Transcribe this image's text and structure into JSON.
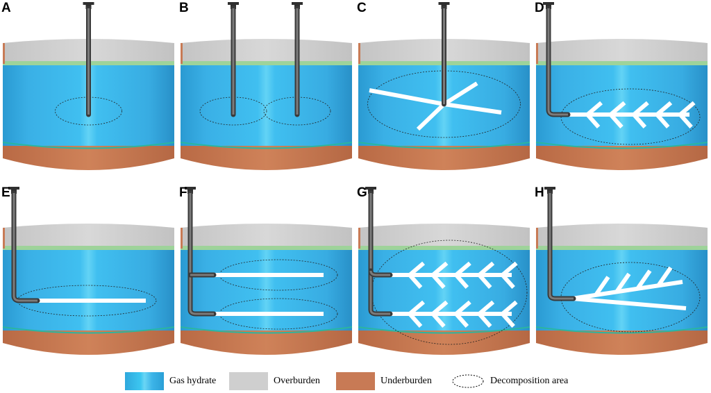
{
  "panels": [
    {
      "label": "A",
      "scheme": "vertical-single"
    },
    {
      "label": "B",
      "scheme": "vertical-dual"
    },
    {
      "label": "C",
      "scheme": "vertical-radial"
    },
    {
      "label": "D",
      "scheme": "horizontal-branched"
    },
    {
      "label": "E",
      "scheme": "horizontal-single"
    },
    {
      "label": "F",
      "scheme": "horizontal-dual"
    },
    {
      "label": "G",
      "scheme": "horizontal-dual-branched"
    },
    {
      "label": "H",
      "scheme": "horizontal-fishbone"
    }
  ],
  "legend": [
    {
      "key": "hydrate",
      "label": "Gas hydrate",
      "color": "#3cb4e8"
    },
    {
      "key": "over",
      "label": "Overburden",
      "color": "#cfcfcf"
    },
    {
      "key": "under",
      "label": "Underburden",
      "color": "#c87a55"
    },
    {
      "key": "decomp",
      "label": "Decomposition area",
      "color": "#000000"
    }
  ],
  "colors": {
    "overburden": "#cfcfcf",
    "hydrate": "#3cb4e8",
    "underburden": "#c87a55",
    "seam": "#9ed39a",
    "well": "#5a5a5a",
    "fracture": "#ffffff"
  }
}
